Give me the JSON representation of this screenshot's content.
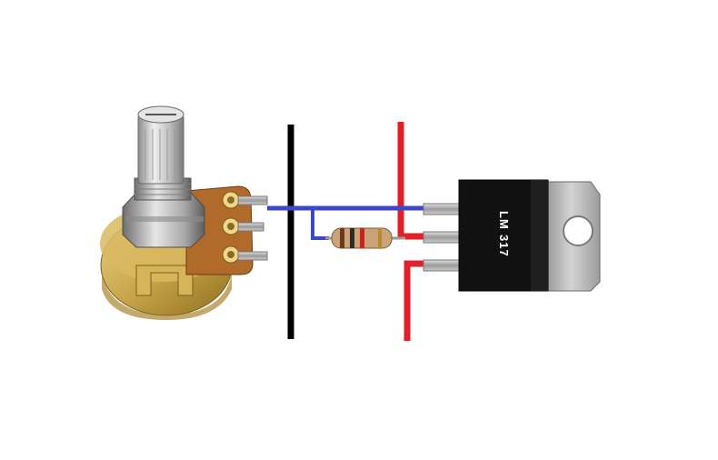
{
  "regulator": {
    "label_line1": "LM",
    "label_line2": "317"
  },
  "colors": {
    "background": "#ffffff",
    "wire_black": "#000000",
    "wire_red": "#e2202a",
    "wire_blue": "#3b47c9",
    "regulator_body": "#111111",
    "heatsink_tab": "#b8b8b8",
    "pot_body_brass": "#c9a64a",
    "pot_pcb": "#b06a2a",
    "pot_shaft": "#c8c8c8"
  },
  "components": {
    "potentiometer": "potentiometer",
    "resistor": "resistor",
    "regulator": "voltage-regulator"
  }
}
